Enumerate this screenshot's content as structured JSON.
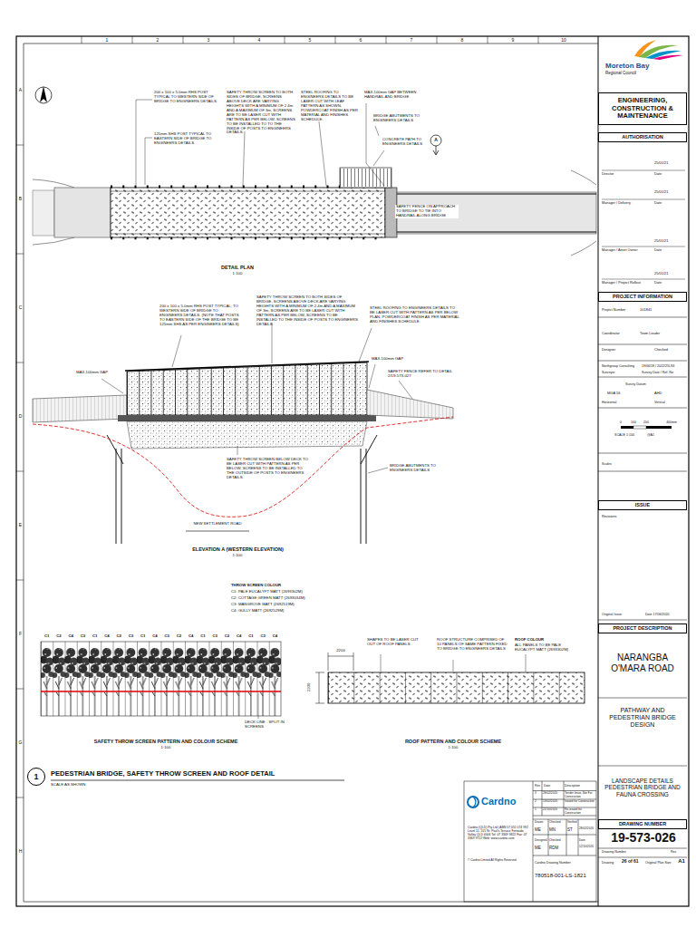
{
  "diagram": {
    "title": "PEDESTRIAN BRIDGE, SAFETY THROW SCREEN AND ROOF DETAIL",
    "nodes": [
      {
        "text": [
          "ENGINEERING, CONSTRUCTION & MAINTENANCE"
        ]
      },
      {
        "text": [
          "AUTHORISATION"
        ]
      },
      {
        "text": [
          "PROJECT INFORMATION"
        ]
      },
      {
        "text": [
          "ISSUE"
        ]
      },
      {
        "text": [
          "PROJECT DESCRIPTION"
        ]
      },
      {
        "text": [
          "DRAWING NUMBER"
        ]
      },
      {
        "text": [
          "1"
        ]
      }
    ],
    "labels": [
      "1",
      "2",
      "3",
      "4",
      "5",
      "6",
      "7",
      "8",
      "9",
      "10",
      "A",
      "B",
      "C",
      "D",
      "E",
      "F",
      "G",
      "H",
      "200 x 100 x 5.0mm RHS POST TYPICAL TO WESTERN SIDE OF BRIDGE TO ENGINEERS DETAILS.",
      "125mm SHS POST TYPICAL TO EASTERN SIDE OF BRIDGE TO ENGINEERS DETAILS.",
      "SAFETY THROW SCREEN TO BOTH SIDES OF BRIDGE, SCREENS ABOVE DECK ARE VARYING HEIGHTS WITH A MINIMUM OF 2.4m AND A MAXIMUM OF 3m, SCREENS ARE TO BE LASER CUT WITH PATTERN AS PER BELOW, SCREENS TO BE INSTALLED TO TO THE INSIDE OF POSTS TO ENGINEERS DETAILS.",
      "STEEL ROOFING TO ENGINEERS DETAILS TO BE LASER CUT WITH LEAF PATTERN AS SHOWN, POWDERCOAT FINISH AS PER MATERIAL AND FINISHES SCHEDULE.",
      "MAX.100mm GAP BETWEEN HANDRAIL AND BRIDGE",
      "BRIDGE ABUTMENTS TO ENGINEERS DETAILS",
      "CONCRETE PATH TO ENGINEERS DETAILS",
      "A",
      "SAFETY FENCE ON APPROACH TO BRIDGE TO TIE INTO HANDRAIL ALONG BRIDGE",
      "DETAIL PLAN",
      "1:100",
      "200 x 100 x 5.0mm RHS POST TYPICAL, TO WESTERN SIDE OF BRIDGE TO ENGINEERS DETAILS. (NOTE THAT POSTS TO EASTERN SIDE OF THE BRIDGE TO BE 125mm SHS AS PER ENGINEERS DETAILS)",
      "SAFETY THROW SCREEN TO BOTH SIDES OF BRIDGE, SCREENS ABOVE DECK ARE VARYING HEIGHTS WITH A MINIMUM OF 2.4m AND A MAXIMUM OF 3m, SCREENS ARE TO BE LASER CUT WITH PATTERN AS PER BELOW, SCREENS TO BE INSTALLED TO THE INSIDE OF POSTS TO ENGINEERS DETAILS.",
      "STEEL ROOFING TO ENGINEERS DETAILS TO BE LASER CUT WITH PATTERN AS PER BELOW PLAN, POWDERCOAT FINISH AS PER MATERIAL AND FINISHES SCHEDULE.",
      "MAX.100mm GAP",
      "MAX.100mm GAP",
      "SAFETY FENCE REFER TO DETAIL 2/19-573-027",
      "SAFETY THROW SCREEN BELOW DECK TO BE LASER CUT WITH PATTERN AS PER BELOW, SCREENS TO BE INSTALLED TO THE OUTSIDE OF POSTS TO ENGINEERS DETAILS.",
      "BRIDGE ABUTMENTS TO ENGINEERS DETAILS",
      "NEW SETTLEMENT ROAD",
      "ELEVATION A (WESTERN ELEVATION)",
      "1:100",
      "THROW SCREEN COLOUR",
      "C1: PALE EUCALYPT MATT (2693302M)",
      "C2: COTTAGE GREEN MATT (2693034M)",
      "C3: MANGROVE MATT (2692519M)",
      "C4: GULLY MATT (2692529M)",
      "C1",
      "C2",
      "C4",
      "C3",
      "C1",
      "C4",
      "C2",
      "C3",
      "C1",
      "C4",
      "C3",
      "C2",
      "C4",
      "C1",
      "C3",
      "C2",
      "C4",
      "C1",
      "C3",
      "C4",
      "DECK LINE - SPLIT IN SCREENS",
      "SAFETY THROW SCREEN PATTERN AND COLOUR SCHEME",
      "1:100",
      "2200",
      "2200",
      "SHAPES TO BE LASER CUT OUT OF ROOF PANELS",
      "ROOF STRUCTURE COMPRISED OF 10 PANELS OF SAME PATTERN FIXED TO BRIDGE TO ENGINEERS DETAILS",
      "ROOF COLOUR",
      "ALL PANELS TO BE PALE EUCALYPT MATT (2693302M)",
      "ROOF PATTERN AND COLOUR SCHEME",
      "1:100",
      "SCALE AS SHOWN",
      "Moreton Bay",
      "Regional Council",
      "25/01/21",
      "Director",
      "Date",
      "25/01/21",
      "Manager / Delivery",
      "Date",
      "Manager / Asset Owner",
      "Date",
      "25/01/21",
      "Manager / Project Rollout",
      "Date",
      "25/01/21",
      "Project Number",
      "101841",
      "Coordinator",
      "Team Leader",
      "Designer",
      "Checked",
      "Northgroup Consulting",
      "19/06/18 / 2022/25LS3",
      "Surveyor",
      "Survey Date / Ref. No",
      "Survey Datum",
      "MGA 56",
      "AHD",
      "Horizontal",
      "Vertical",
      "0",
      "100",
      "200",
      "400mm",
      "SCALE 1:100",
      "@A1",
      "Scales",
      "Revisions",
      "Original Issue",
      "Date 17/06/2020",
      "NARANGBA O'MARA ROAD",
      "PATHWAY AND PEDESTRIAN BRIDGE DESIGN",
      "LANDSCAPE DETAILS PEDESTRIAN BRIDGE AND FAUNA CROSSING",
      "19-573-026",
      "Drawing Number",
      "Rev",
      "Drawing",
      "26 of 61",
      "Original Plan Size",
      "A1",
      "Cardno",
      "Cardno (QLD) Pty Ltd | ABN 57 051 074 992 Level 11, 515 St. Paul's Terrace Fortitude Valley QLD 4006 Tel: 07 3369 9822 Fax: 07 3369 9722 Web: www.cardno.com",
      "© Cardno Limited All Rights Reserved.",
      "Rev",
      "Date",
      "Description",
      "3",
      "28/02/2020",
      "Tender Issue, Not For Construction",
      "2",
      "13/02/2020",
      "Issued for Construction",
      "1",
      "22/10/2020",
      "Re-issued for Construction",
      "Drawn",
      "Checked",
      "Verified",
      "ME",
      "MN",
      "ST",
      "28/02/2020",
      "Designed",
      "Checked",
      "Date",
      "ME",
      "RDM",
      "12/10/2020",
      "Cardno Drawing Number",
      "780518-001-LS-1821"
    ]
  }
}
